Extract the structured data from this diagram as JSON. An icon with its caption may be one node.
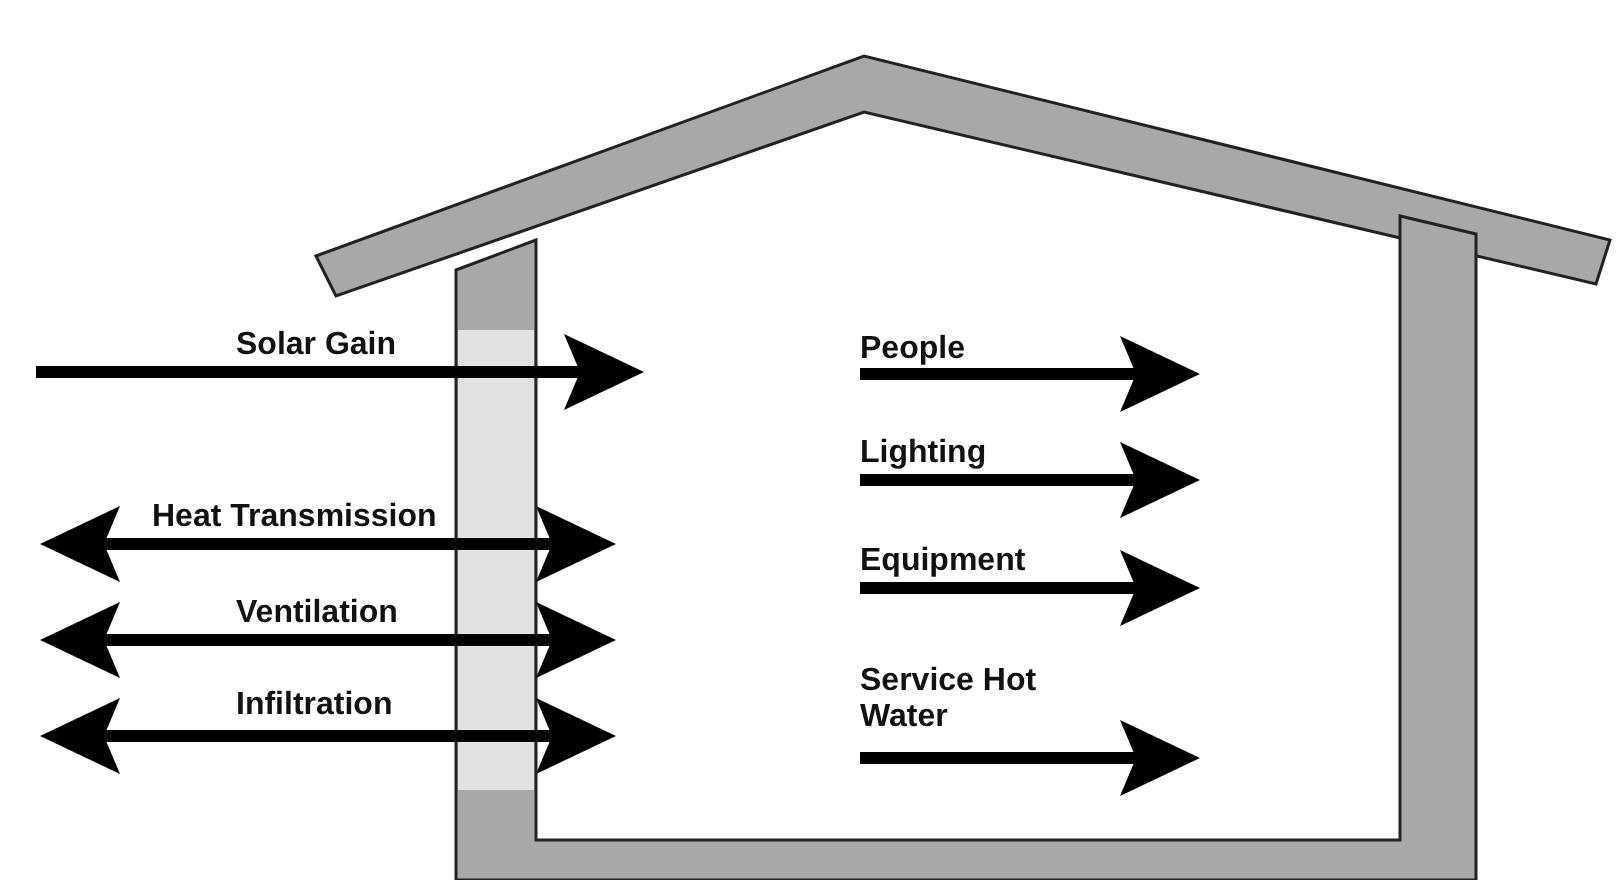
{
  "diagram": {
    "labels": [
      "Solar Gain",
      "People",
      "Lighting",
      "Heat Transmission",
      "Equipment",
      "Ventilation",
      "Infiltration",
      "Service Hot Water"
    ]
  }
}
